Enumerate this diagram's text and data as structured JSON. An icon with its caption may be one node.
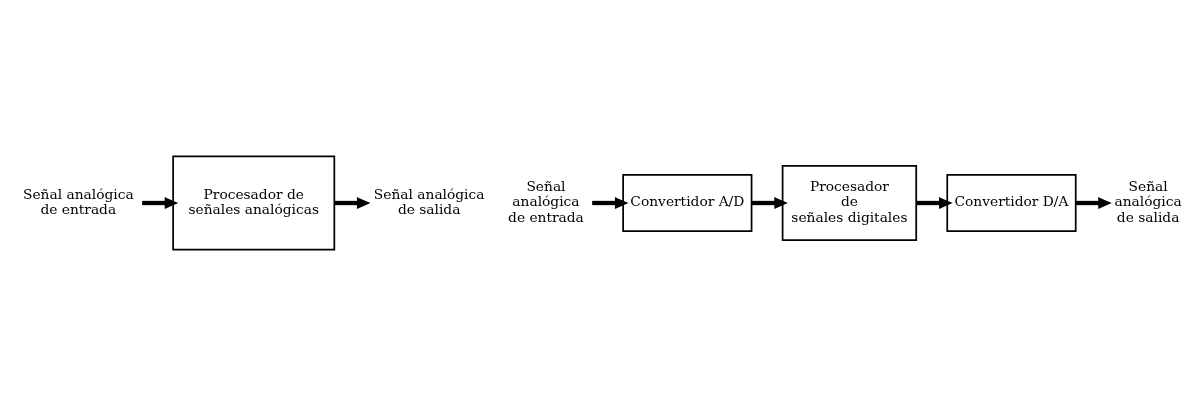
{
  "diagram": {
    "nodes": [
      {
        "text": [
          "Señal analógica de entrada"
        ]
      },
      {
        "text": [
          "Procesador de señales analógicas"
        ]
      },
      {
        "text": [
          "Señal analógica de salida"
        ]
      },
      {
        "text": [
          "Señal analógica de entrada"
        ]
      },
      {
        "text": [
          "Convertidor A/D"
        ]
      },
      {
        "text": [
          "Procesador de señales digitales"
        ]
      },
      {
        "text": [
          "Convertidor D/A"
        ]
      },
      {
        "text": [
          "Señal analógica de salida"
        ]
      }
    ],
    "edges": [
      {
        "from": 0,
        "to": 1,
        "arrow": "to"
      },
      {
        "from": 1,
        "to": 2,
        "arrow": "to"
      },
      {
        "from": 3,
        "to": 4,
        "arrow": "to"
      },
      {
        "from": 4,
        "to": 5,
        "arrow": "to"
      },
      {
        "from": 5,
        "to": 6,
        "arrow": "to"
      },
      {
        "from": 6,
        "to": 7,
        "arrow": "to"
      }
    ]
  }
}
